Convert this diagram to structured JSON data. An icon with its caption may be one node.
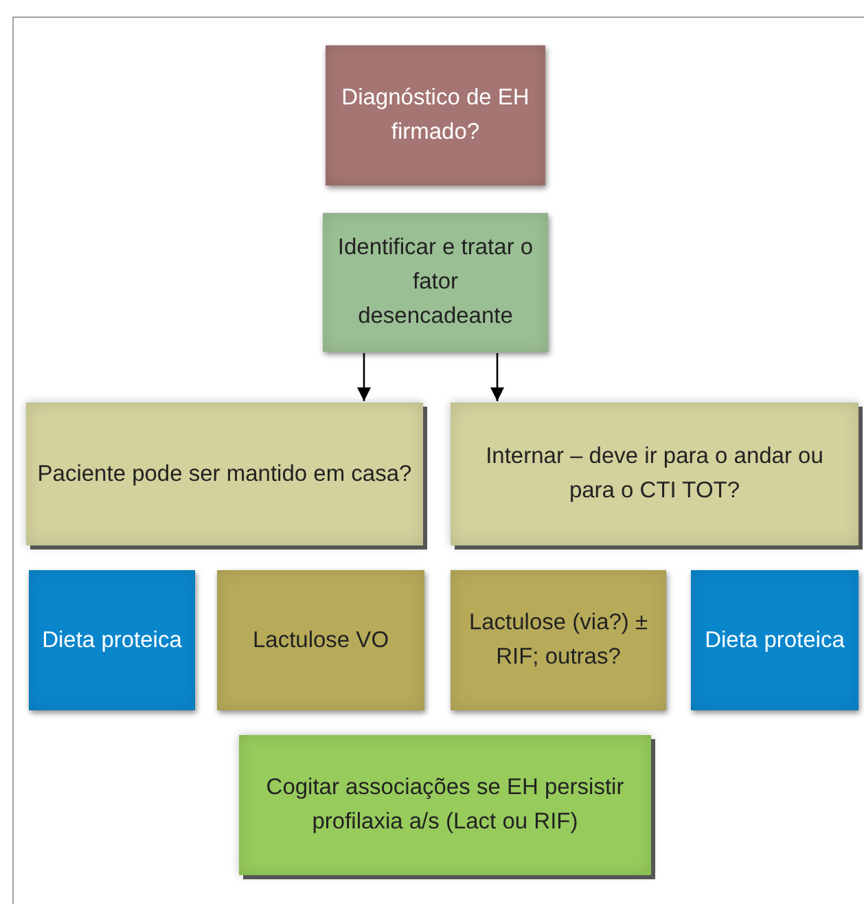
{
  "diagram": {
    "nodes": [
      {
        "text": [
          "Diagnóstico de EH firmado?"
        ]
      },
      {
        "text": [
          "Identificar e tratar o fator desencadeante"
        ]
      },
      {
        "text": [
          "Paciente pode ser mantido em casa?"
        ]
      },
      {
        "text": [
          "Internar – deve ir para o andar ou para o CTI TOT?"
        ]
      },
      {
        "text": [
          "Dieta proteica"
        ]
      },
      {
        "text": [
          "Lactulose VO"
        ]
      },
      {
        "text": [
          "Lactulose (via?) ± RIF; outras?"
        ]
      },
      {
        "text": [
          "Dieta proteica"
        ]
      },
      {
        "text": [
          "Cogitar associações se EH persistir profilaxia a/s (Lact ou RIF)"
        ]
      }
    ],
    "edges": [
      {
        "from": 1,
        "to": 2,
        "arrow": "to"
      },
      {
        "from": 1,
        "to": 3,
        "arrow": "to"
      }
    ]
  }
}
